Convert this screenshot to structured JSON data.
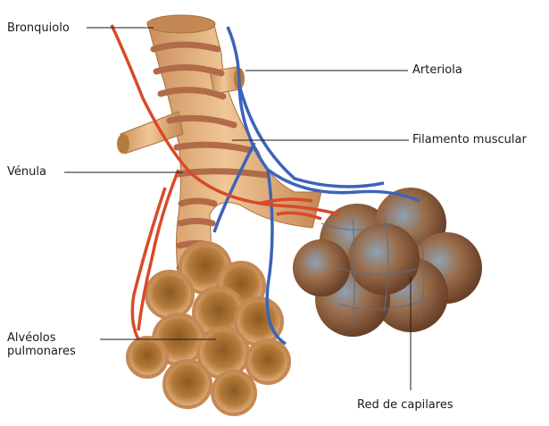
{
  "labels": {
    "bronquiolo": "Bronquiolo",
    "arteriola": "Arteriola",
    "filamento_muscular": "Filamento muscular",
    "venula": "Vénula",
    "alveolos_line1": "Alvéolos",
    "alveolos_line2": "pulmonares",
    "red_capilares": "Red de capilares"
  },
  "colors": {
    "bronchiole_tissue": "#e2b07e",
    "muscle_band": "#b26a48",
    "artery_blue": "#3d63b8",
    "vein_red": "#d84a2a",
    "leader_line": "#1a1a1a"
  }
}
